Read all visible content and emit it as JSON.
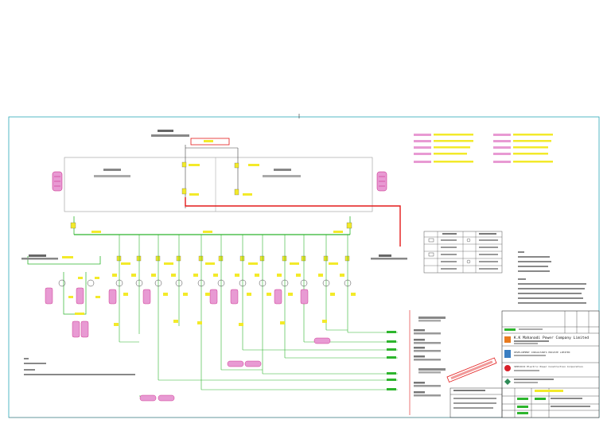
{
  "title_block": {
    "owner": "K.K Mahanadi Power Company Limited",
    "consultant": "DEVELOPMENT CONSULTANTS PRIVATE LIMITED",
    "contractor": "SEPCOIII Electric Power Construction Corporation"
  },
  "colors": {
    "bus": "#2db52d",
    "red_feeder": "#e31a1a",
    "breaker_tag": "#f3ea2a",
    "panel_tag": "#e0157a",
    "outline": "#555555"
  },
  "icons": [
    "breaker-icon",
    "transformer-icon",
    "feeder-arrow-icon",
    "legend-symbol-icon",
    "company-logo-icon"
  ]
}
